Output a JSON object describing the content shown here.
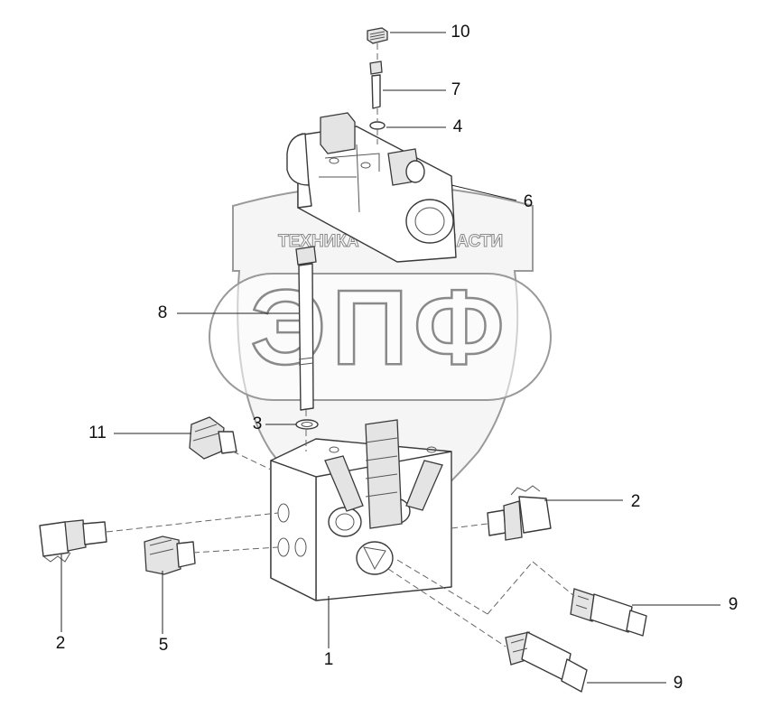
{
  "watermark": {
    "left_text": "ТЕХНИКА",
    "right_text": "ЗАПЧАСТИ",
    "big_letters": "ЭПФ"
  },
  "callouts": [
    {
      "id": "c10",
      "label": "10"
    },
    {
      "id": "c7",
      "label": "7"
    },
    {
      "id": "c4",
      "label": "4"
    },
    {
      "id": "c6",
      "label": "6"
    },
    {
      "id": "c8",
      "label": "8"
    },
    {
      "id": "c3",
      "label": "3"
    },
    {
      "id": "c11",
      "label": "11"
    },
    {
      "id": "c2r",
      "label": "2"
    },
    {
      "id": "c9a",
      "label": "9"
    },
    {
      "id": "c9b",
      "label": "9"
    },
    {
      "id": "c2l",
      "label": "2"
    },
    {
      "id": "c5",
      "label": "5"
    },
    {
      "id": "c1",
      "label": "1"
    }
  ]
}
